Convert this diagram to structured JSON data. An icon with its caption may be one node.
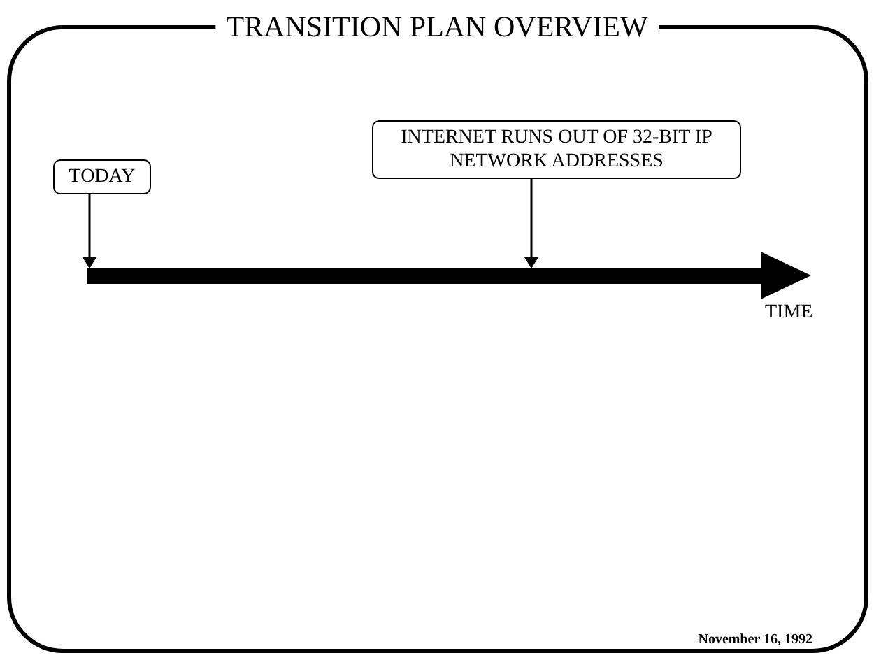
{
  "diagram": {
    "title": "TRANSITION PLAN OVERVIEW",
    "nodes": [
      {
        "text": [
          "TODAY"
        ]
      },
      {
        "text": [
          "INTERNET RUNS OUT OF 32-BIT IP NETWORK ADDRESSES"
        ]
      }
    ],
    "edges": [
      {
        "from": 0,
        "to": null,
        "arrow": "to"
      },
      {
        "from": 1,
        "to": null,
        "arrow": "to"
      }
    ],
    "labels": [
      "TIME",
      "November 16, 1992"
    ]
  }
}
